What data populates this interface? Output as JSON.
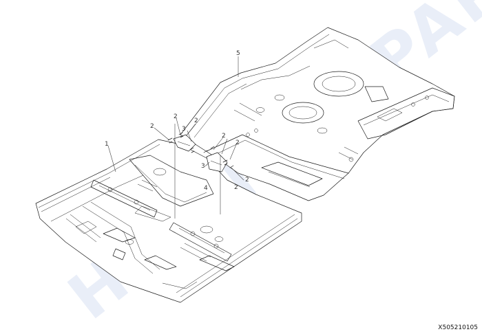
{
  "diagram": {
    "callouts": [
      {
        "id": "c1",
        "text": "1"
      },
      {
        "id": "c2a",
        "text": "2"
      },
      {
        "id": "c2b",
        "text": "2"
      },
      {
        "id": "c2c",
        "text": "2"
      },
      {
        "id": "c2d",
        "text": "2"
      },
      {
        "id": "c2e",
        "text": "2"
      },
      {
        "id": "c2f",
        "text": "2"
      },
      {
        "id": "c2g",
        "text": "2"
      },
      {
        "id": "c3a",
        "text": "3"
      },
      {
        "id": "c3b",
        "text": "3"
      },
      {
        "id": "c4",
        "text": "4"
      },
      {
        "id": "c5",
        "text": "5"
      }
    ],
    "drawing_code": "X505210105",
    "watermark": "HYUNDAI PARTS",
    "line_color": "#1a1a1a",
    "watermark_color": "#e9eef8"
  }
}
